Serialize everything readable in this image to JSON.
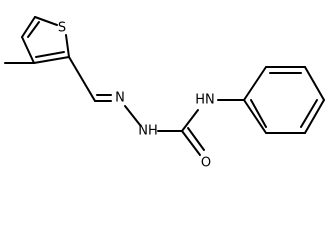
{
  "molecule": {
    "atom_labels": {
      "sulfur": "S",
      "imine_nitrogen": "N",
      "hydrazide_nitrogen": "NH",
      "amide_nitrogen": "HN",
      "carbonyl_oxygen": "O"
    },
    "colors": {
      "bonds": "#000000",
      "labels": "#000000",
      "background": "#ffffff"
    }
  }
}
